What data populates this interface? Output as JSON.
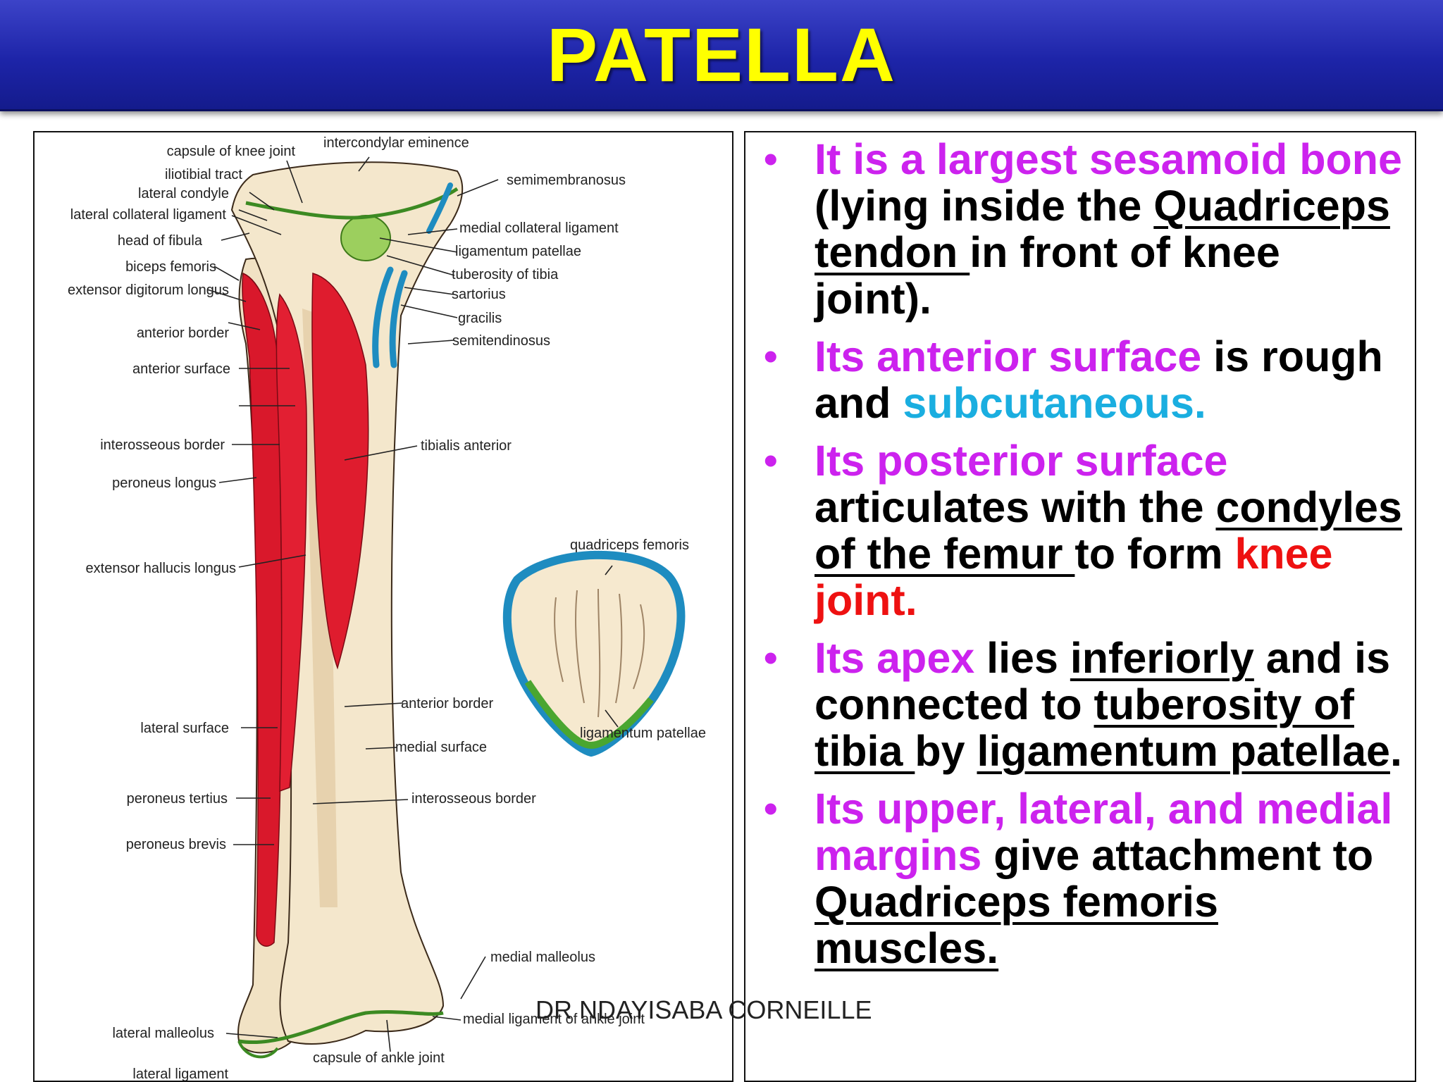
{
  "slide": {
    "title": "PATELLA",
    "footer": "DR NDAYISABA CORNEILLE"
  },
  "figure": {
    "labels_left": [
      "capsule of knee joint",
      "iliotibial tract",
      "lateral condyle",
      "lateral collateral ligament",
      "head of fibula",
      "biceps femoris",
      "extensor digitorum longus",
      "anterior border",
      "anterior surface",
      "interosseous border",
      "peroneus longus",
      "extensor hallucis longus",
      "lateral surface",
      "peroneus tertius",
      "peroneus brevis",
      "lateral malleolus",
      "lateral ligament"
    ],
    "labels_right": [
      "intercondylar eminence",
      "semimembranosus",
      "medial collateral ligament",
      "ligamentum patellae",
      "tuberosity of tibia",
      "sartorius",
      "gracilis",
      "semitendinosus",
      "tibialis anterior",
      "anterior border",
      "medial surface",
      "interosseous border",
      "medial malleolus",
      "medial ligament of ankle joint",
      "capsule of ankle joint"
    ],
    "patella_labels": [
      "quadriceps femoris",
      "ligamentum patellae"
    ]
  },
  "points": [
    {
      "segments": [
        {
          "text": "It is a largest sesamoid bone",
          "style": "mag"
        },
        {
          "text": " (lying inside the ",
          "style": ""
        },
        {
          "text": "Quadriceps tendon ",
          "style": "ul"
        },
        {
          "text": "in front of knee joint).",
          "style": ""
        }
      ]
    },
    {
      "segments": [
        {
          "text": "Its anterior surface",
          "style": "mag"
        },
        {
          "text": " is rough and ",
          "style": ""
        },
        {
          "text": "subcutaneous.",
          "style": "cyan"
        }
      ]
    },
    {
      "segments": [
        {
          "text": "Its posterior surface",
          "style": "mag"
        },
        {
          "text": " articulates with the ",
          "style": ""
        },
        {
          "text": "condyles of the femur ",
          "style": "ul"
        },
        {
          "text": "to form ",
          "style": ""
        },
        {
          "text": "knee joint.",
          "style": "red"
        }
      ]
    },
    {
      "segments": [
        {
          "text": "Its apex",
          "style": "mag"
        },
        {
          "text": " lies ",
          "style": ""
        },
        {
          "text": "inferiorly",
          "style": "ul"
        },
        {
          "text": " and is connected to ",
          "style": ""
        },
        {
          "text": "tuberosity of tibia ",
          "style": "ul"
        },
        {
          "text": "by ",
          "style": ""
        },
        {
          "text": "ligamentum patellae",
          "style": "ul"
        },
        {
          "text": ".",
          "style": ""
        }
      ]
    },
    {
      "segments": [
        {
          "text": "Its upper, lateral, and medial margins",
          "style": "mag"
        },
        {
          "text": " give attachment to ",
          "style": ""
        },
        {
          "text": "Quadriceps femoris muscles.",
          "style": "ul"
        }
      ]
    }
  ]
}
